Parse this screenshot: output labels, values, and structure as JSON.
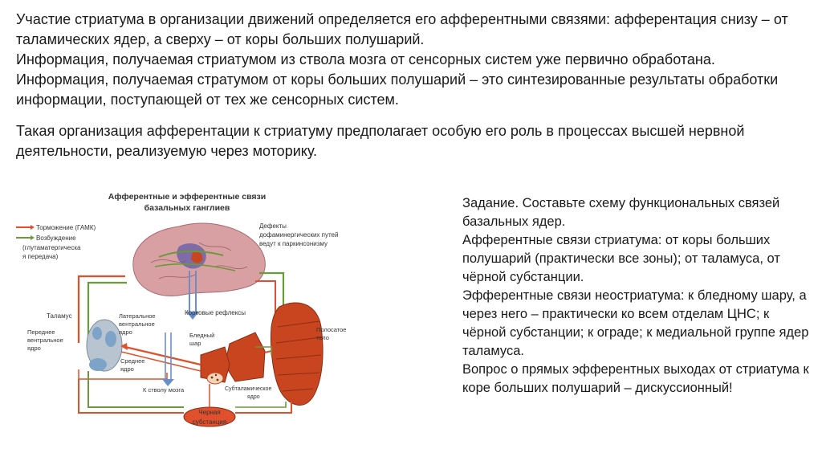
{
  "intro": {
    "p1": "Участие стриатума в организации движений определяется его афферентными связями: афферентация снизу – от таламических ядер, а сверху – от коры больших полушарий.",
    "p2": "Информация, получаемая стриатумом из ствола мозга от сенсорных систем уже первично обработана.",
    "p3": "Информация, получаемая стратумом от коры больших полушарий – это синтезированные результаты обработки информации, поступающей от тех же сенсорных систем.",
    "p4": "Такая организация афферентации к стриатуму предполагает особую его роль в процессах высшей нервной деятельности, реализуемую через моторику."
  },
  "task": {
    "l1": "Задание. Составьте схему функциональных связей базальных ядер.",
    "l2": "Афферентные связи стриатума: от коры больших полушарий (практически все зоны); от таламуса, от чёрной субстанции.",
    "l3": "Эфферентные связи неостриатума: к бледному шару, а через него – практически ко всем отделам ЦНС; к чёрной субстанции; к ограде; к медиальной группе ядер таламуса.",
    "l4": "Вопрос о прямых эфферентных выходах от стриатума к коре больших полушарий – дискуссионный!"
  },
  "diagram": {
    "title1": "Афферентные и эфферентные связи",
    "title2": "базальных ганглиев",
    "legend_inhibition": "Торможение (ГАМК)",
    "legend_exc1": "Возбуждение",
    "legend_exc2": "(глутаматергическа",
    "legend_exc3": "я передача)",
    "defects1": "Дефекты",
    "defects2": "дофаминергических путей",
    "defects3": "ведут к паркинсонизму",
    "cortical_reflexes": "Корковые рефлексы",
    "thalamus": "Таламус",
    "anterior1": "Переднее",
    "anterior2": "вентральное",
    "anterior3": "ядро",
    "lateral1": "Латеральное",
    "lateral2": "вентральное",
    "lateral3": "ядро",
    "middle1": "Среднее",
    "middle2": "ядро",
    "globus1": "Бледный",
    "globus2": "шар",
    "striatum1": "Полосатое",
    "striatum2": "тело",
    "to_brainstem": "К стволу мозга",
    "subthalamic1": "Субталамическое",
    "subthalamic2": "ядро",
    "nigra1": "Черная",
    "nigra2": "субстанция"
  },
  "colors": {
    "inhibition": "#e0502c",
    "excitation": "#6a9a3a",
    "cortex": "#d9a0a4",
    "striatum": "#c9451f",
    "thalamus": "#b8c4d0"
  }
}
